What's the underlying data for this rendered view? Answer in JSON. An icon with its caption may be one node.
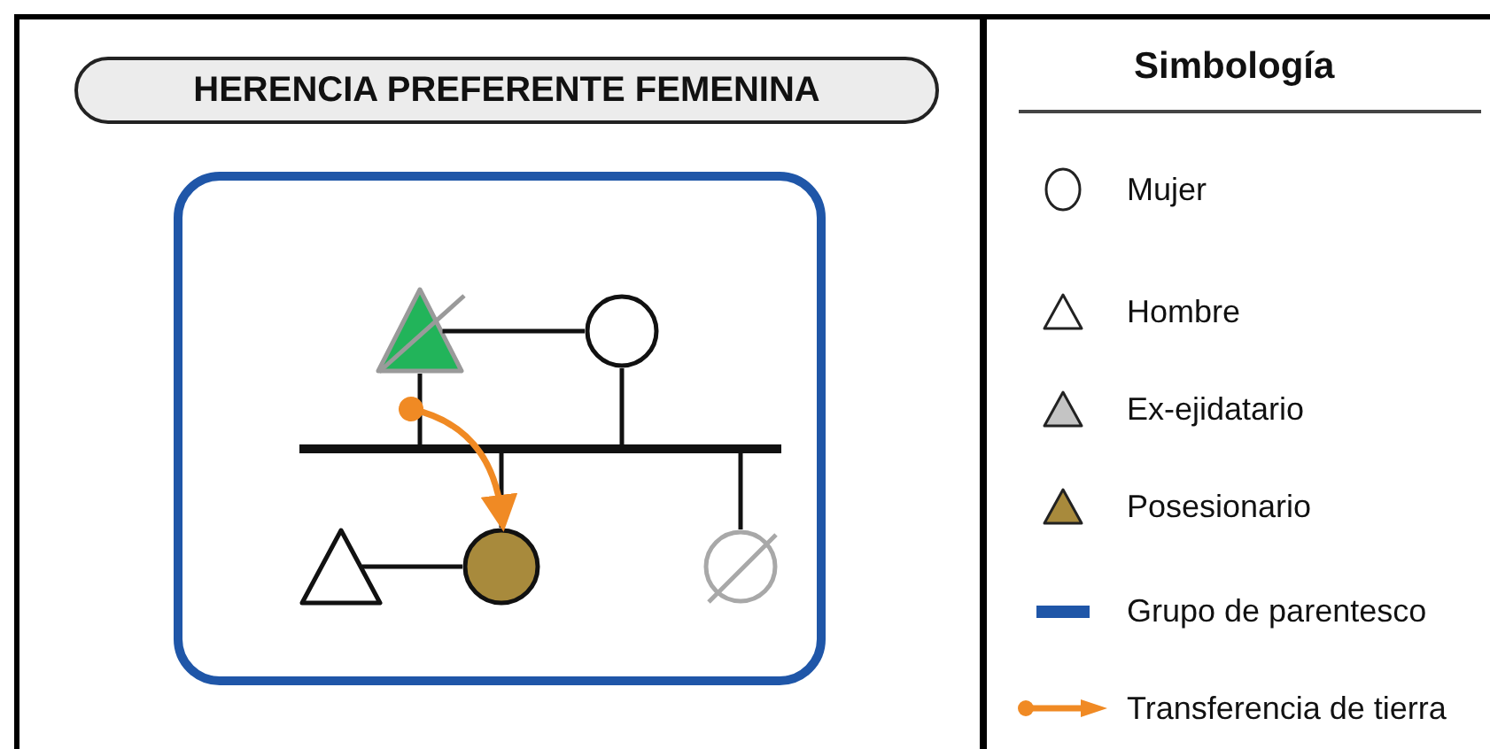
{
  "diagram": {
    "title": "HERENCIA PREFERENTE FEMENINA",
    "nodes": [
      {
        "text": [],
        "shape": "box"
      },
      {
        "text": [],
        "shape": "triangle",
        "in": 0
      },
      {
        "text": [],
        "shape": "circle",
        "in": 0
      },
      {
        "text": [],
        "shape": "bar",
        "in": 0
      },
      {
        "text": [],
        "shape": "triangle",
        "in": 0
      },
      {
        "text": [],
        "shape": "circle",
        "in": 0
      },
      {
        "text": [],
        "shape": "circle",
        "in": 0
      }
    ],
    "edges": [
      {
        "from": 1,
        "to": 2,
        "arrow": "none"
      },
      {
        "from": 1,
        "to": 3,
        "arrow": "none"
      },
      {
        "from": 2,
        "to": 3,
        "arrow": "none"
      },
      {
        "from": 3,
        "to": 5,
        "arrow": "none"
      },
      {
        "from": 3,
        "to": 6,
        "arrow": "none"
      },
      {
        "from": 4,
        "to": 5,
        "arrow": "none"
      },
      {
        "from": 1,
        "to": 5,
        "arrow": "to",
        "color": "#f08a24"
      }
    ],
    "labels": [
      "Simbología"
    ],
    "legend": [
      {
        "text": "Mujer"
      },
      {
        "text": "Hombre"
      },
      {
        "text": "Ex-ejidatario",
        "color": "#c4c4c4"
      },
      {
        "text": "Posesionario",
        "color": "#a88a3c"
      },
      {
        "text": "Grupo de parentesco",
        "color": "#1f56a8"
      },
      {
        "text": "Transferencia de tierra",
        "color": "#f08a24"
      }
    ]
  }
}
